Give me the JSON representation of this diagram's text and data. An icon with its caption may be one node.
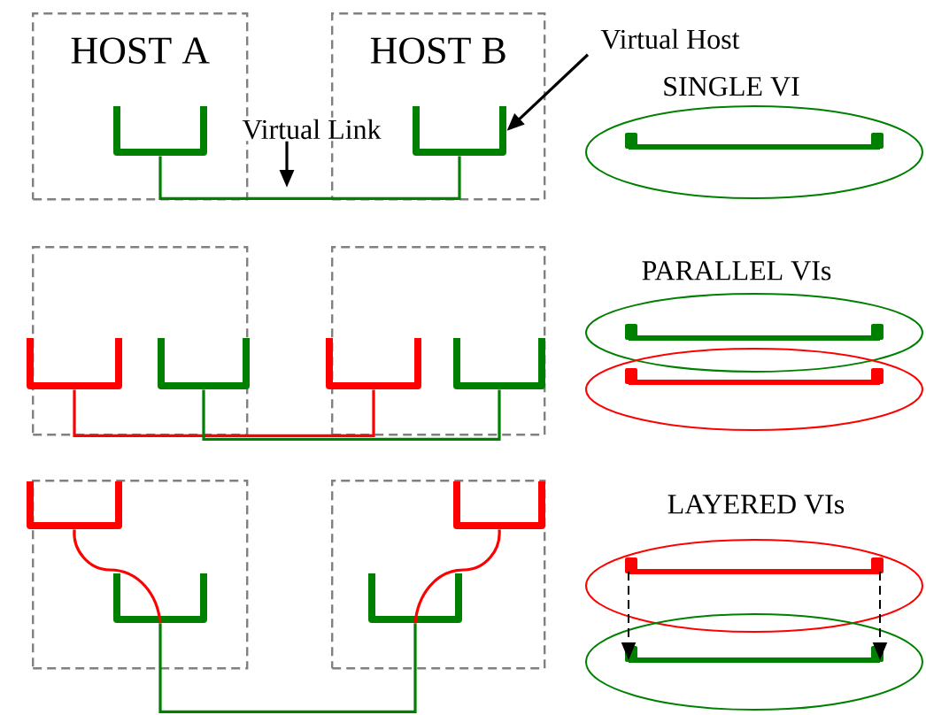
{
  "diagram": {
    "nodes": [
      {
        "text": [
          "HOST A"
        ]
      },
      {
        "text": [],
        "shape": "cup",
        "in": 0
      },
      {
        "text": [
          "HOST B"
        ]
      },
      {
        "text": [],
        "shape": "cup",
        "in": 2
      },
      {
        "text": [
          "Virtual Link"
        ]
      },
      {
        "text": [
          "Virtual Host"
        ]
      },
      {
        "text": [],
        "shape": "ellipse",
        "beside": [
          "SINGLE VI"
        ]
      },
      {
        "text": [],
        "shape": "box"
      },
      {
        "text": [],
        "shape": "box"
      },
      {
        "text": [],
        "shape": "cup",
        "in": 7
      },
      {
        "text": [],
        "shape": "cup",
        "in": 7
      },
      {
        "text": [],
        "shape": "cup",
        "in": 8
      },
      {
        "text": [],
        "shape": "cup",
        "in": 8
      },
      {
        "text": [],
        "shape": "ellipse"
      },
      {
        "text": [],
        "shape": "ellipse"
      },
      {
        "text": [],
        "shape": "box"
      },
      {
        "text": [],
        "shape": "box"
      },
      {
        "text": [],
        "shape": "cup",
        "in": 15
      },
      {
        "text": [],
        "shape": "cup",
        "in": 15
      },
      {
        "text": [],
        "shape": "cup",
        "in": 16
      },
      {
        "text": [],
        "shape": "cup",
        "in": 16
      },
      {
        "text": [],
        "shape": "ellipse"
      },
      {
        "text": [],
        "shape": "ellipse"
      }
    ],
    "edges": [
      {
        "from": 1,
        "to": 3,
        "arrow": "none",
        "color": "#008000"
      },
      {
        "from": 4,
        "to": null,
        "arrow": "to",
        "color": "#000000"
      },
      {
        "from": 5,
        "to": 3,
        "arrow": "to",
        "color": "#000000"
      },
      {
        "from": 9,
        "to": 11,
        "arrow": "none",
        "color": "#ff0000"
      },
      {
        "from": 10,
        "to": 12,
        "arrow": "none",
        "color": "#008000"
      },
      {
        "from": 17,
        "to": 18,
        "arrow": "none",
        "color": "#ff0000"
      },
      {
        "from": 19,
        "to": 20,
        "arrow": "none",
        "color": "#ff0000"
      },
      {
        "from": 18,
        "to": 20,
        "arrow": "none",
        "color": "#008000"
      },
      {
        "from": 21,
        "to": 22,
        "arrow": "to",
        "style": "dashed",
        "color": "#000000"
      },
      {
        "from": 21,
        "to": 22,
        "arrow": "to",
        "style": "dashed",
        "color": "#000000"
      }
    ],
    "labels": [
      "PARALLEL VIs",
      "LAYERED VIs"
    ]
  }
}
